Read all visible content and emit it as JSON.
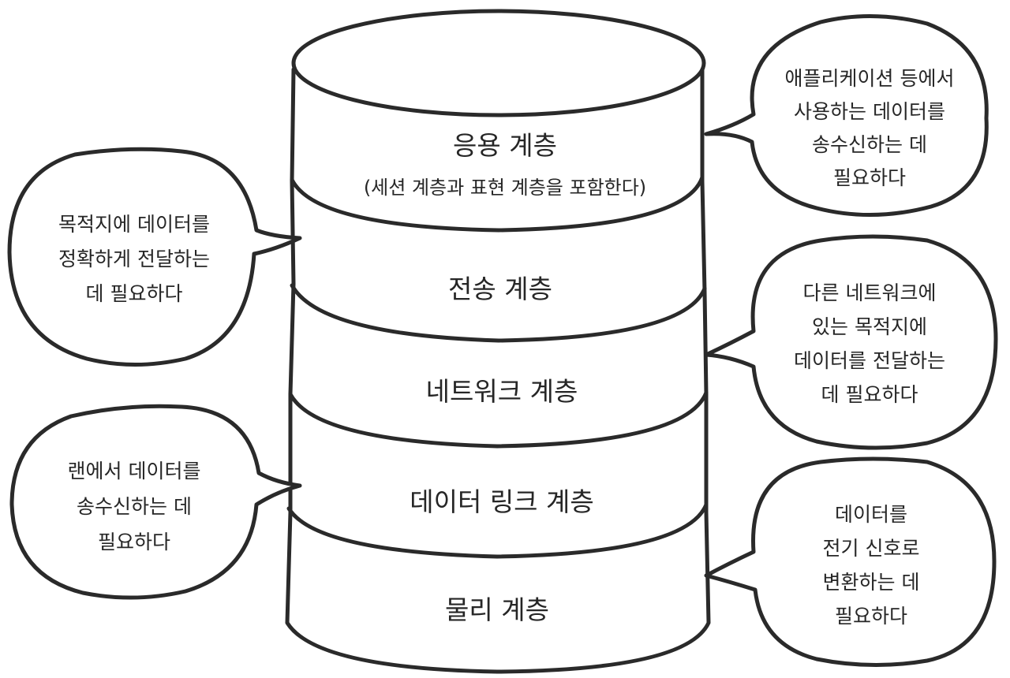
{
  "layers": [
    {
      "name": "응용 계층",
      "sub": "(세션 계층과 표현 계층을 포함한다)"
    },
    {
      "name": "전송 계층"
    },
    {
      "name": "네트워크 계층"
    },
    {
      "name": "데이터 링크 계층"
    },
    {
      "name": "물리 계층"
    }
  ],
  "bubbles": {
    "application": [
      "애플리케이션 등에서",
      "사용하는 데이터를",
      "송수신하는 데",
      "필요하다"
    ],
    "transport": [
      "목적지에 데이터를",
      "정확하게 전달하는",
      "데 필요하다"
    ],
    "network": [
      "다른 네트워크에",
      "있는 목적지에",
      "데이터를 전달하는",
      "데 필요하다"
    ],
    "datalink": [
      "랜에서 데이터를",
      "송수신하는 데",
      "필요하다"
    ],
    "physical": [
      "데이터를",
      "전기 신호로",
      "변환하는 데",
      "필요하다"
    ]
  }
}
